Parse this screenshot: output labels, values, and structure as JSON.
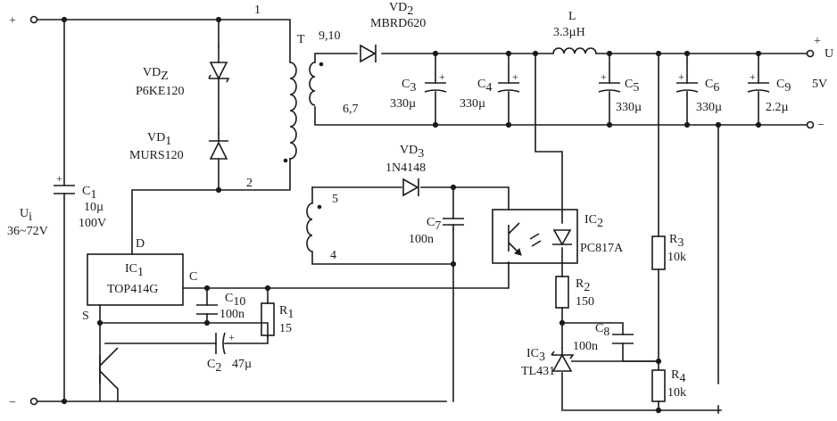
{
  "input": {
    "plus": "+",
    "minus": "−",
    "ui": "U",
    "ui_sub": "i",
    "range": "36~72V"
  },
  "output": {
    "plus": "+",
    "minus": "−",
    "uo": "U",
    "volts": "5V"
  },
  "transformer": {
    "name": "T",
    "pin1": "1",
    "pin2": "2",
    "pin_9_10": "9,10",
    "pin_6_7": "6,7",
    "pin5": "5",
    "pin4": "4"
  },
  "vdz": {
    "ref": "VD",
    "sub": "Z",
    "part": "P6KE120"
  },
  "vd1": {
    "ref": "VD",
    "sub": "1",
    "part": "MURS120"
  },
  "vd2": {
    "ref": "VD",
    "sub": "2",
    "part": "MBRD620"
  },
  "vd3": {
    "ref": "VD",
    "sub": "3",
    "part": "1N4148"
  },
  "c1": {
    "ref": "C",
    "sub": "1",
    "value": "10µ",
    "voltage": "100V"
  },
  "c2": {
    "ref": "C",
    "sub": "2",
    "value": "47µ"
  },
  "c3": {
    "ref": "C",
    "sub": "3",
    "value": "330µ"
  },
  "c4": {
    "ref": "C",
    "sub": "4",
    "value": "330µ"
  },
  "c5": {
    "ref": "C",
    "sub": "5",
    "value": "330µ"
  },
  "c6": {
    "ref": "C",
    "sub": "6",
    "value": "330µ"
  },
  "c7": {
    "ref": "C",
    "sub": "7",
    "value": "100n"
  },
  "c8": {
    "ref": "C",
    "sub": "8",
    "value": "100n"
  },
  "c9": {
    "ref": "C",
    "sub": "9",
    "value": "2.2µ"
  },
  "c10": {
    "ref": "C",
    "sub": "10",
    "value": "100n"
  },
  "l": {
    "ref": "L",
    "value": "3.3µH"
  },
  "r1": {
    "ref": "R",
    "sub": "1",
    "value": "15"
  },
  "r2": {
    "ref": "R",
    "sub": "2",
    "value": "150"
  },
  "r3": {
    "ref": "R",
    "sub": "3",
    "value": "10k"
  },
  "r4": {
    "ref": "R",
    "sub": "4",
    "value": "10k"
  },
  "ic1": {
    "ref": "IC",
    "sub": "1",
    "part": "TOP414G",
    "pin_d": "D",
    "pin_s": "S",
    "pin_c": "C"
  },
  "ic2": {
    "ref": "IC",
    "sub": "2",
    "part": "PC817A"
  },
  "ic3": {
    "ref": "IC",
    "sub": "3",
    "part": "TL431"
  }
}
